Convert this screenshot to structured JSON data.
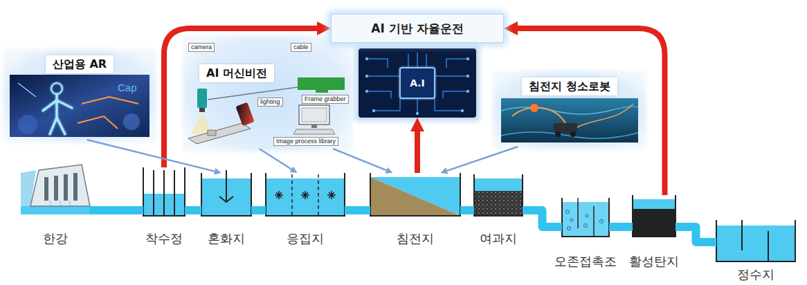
{
  "diagram": {
    "nodes": [
      {
        "text": [
          "AI 기반 자율운전"
        ]
      },
      {
        "text": [
          "A.I"
        ]
      },
      {
        "text": [
          "산업용 AR"
        ]
      },
      {
        "text": [
          "AI 머신비전"
        ]
      },
      {
        "text": [
          "침전지 청소로봇"
        ]
      },
      {
        "text": [
          "한강"
        ]
      },
      {
        "text": [
          "착수정"
        ]
      },
      {
        "text": [
          "혼화지"
        ]
      },
      {
        "text": [
          "응집지"
        ]
      },
      {
        "text": [
          "침전지"
        ]
      },
      {
        "text": [
          "여과지"
        ]
      },
      {
        "text": [
          "오존접촉조"
        ]
      },
      {
        "text": [
          "활성탄지"
        ]
      },
      {
        "text": [
          "정수지"
        ]
      }
    ],
    "edges": [
      {
        "from": 6,
        "to": 0,
        "arrow": "to"
      },
      {
        "from": 12,
        "to": 0,
        "arrow": "to"
      },
      {
        "from": 9,
        "to": 1,
        "arrow": "to"
      },
      {
        "from": 2,
        "to": 7,
        "arrow": "to"
      },
      {
        "from": 3,
        "to": 8,
        "arrow": "to"
      },
      {
        "from": 3,
        "to": 9,
        "arrow": "to"
      },
      {
        "from": 4,
        "to": 9,
        "arrow": "to"
      },
      {
        "from": 5,
        "to": 6,
        "arrow": "none"
      },
      {
        "from": 6,
        "to": 7,
        "arrow": "none"
      },
      {
        "from": 7,
        "to": 8,
        "arrow": "none"
      },
      {
        "from": 8,
        "to": 9,
        "arrow": "none"
      },
      {
        "from": 9,
        "to": 10,
        "arrow": "none"
      },
      {
        "from": 10,
        "to": 11,
        "arrow": "none"
      },
      {
        "from": 11,
        "to": 12,
        "arrow": "none"
      },
      {
        "from": 12,
        "to": 13,
        "arrow": "none"
      }
    ],
    "labels": [
      "Cap",
      "cable",
      "camera",
      "lighting",
      "Frame grabber",
      "Image process library"
    ]
  }
}
